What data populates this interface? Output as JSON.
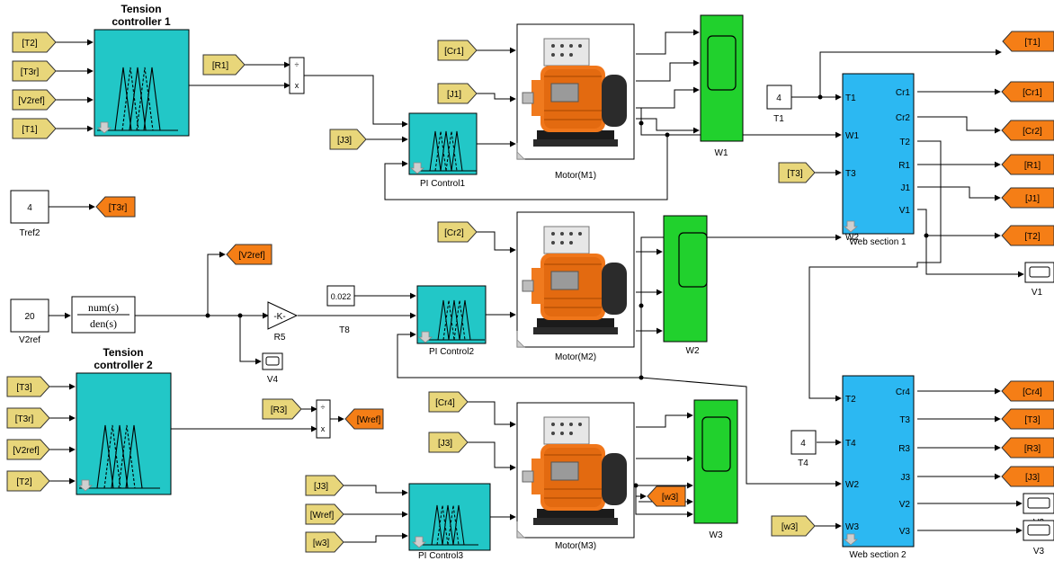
{
  "tension_controller_1": {
    "title_line1": "Tension",
    "title_line2": "controller 1",
    "inputs": [
      "[T2]",
      "[T3r]",
      "[V2ref]",
      "[T1]"
    ]
  },
  "tension_controller_2": {
    "title_line1": "Tension",
    "title_line2": "controller 2",
    "inputs": [
      "[T3]",
      "[T3r]",
      "[V2ref]",
      "[T2]"
    ]
  },
  "goto_tags": {
    "r1_out": "[R1]",
    "t3r": "[T3r]",
    "v2ref": "[V2ref]",
    "r3": "[R3]",
    "wref": "[Wref]",
    "w3": "[w3]",
    "web1_out": [
      "[T1]",
      "[Cr1]",
      "[Cr2]",
      "[R1]",
      "[J1]",
      "[T2]"
    ],
    "web2_out": [
      "[Cr4]",
      "[T3]",
      "[R3]",
      "[J3]"
    ]
  },
  "from_tags": {
    "cr1": "[Cr1]",
    "j1": "[J1]",
    "j3_pi1": "[J3]",
    "cr2": "[Cr2]",
    "cr4": "[Cr4]",
    "j3_m3": "[J3]",
    "t3_web1": "[T3]",
    "w3_web2": "[w3]",
    "pi3_inputs": [
      "[J3]",
      "[Wref]",
      "[w3]"
    ]
  },
  "constants": {
    "tref2_value": "4",
    "tref2_label": "Tref2",
    "v2ref_value": "20",
    "v2ref_label": "V2ref",
    "t1_value": "4",
    "t1_label": "T1",
    "t4_value": "4",
    "t4_label": "T4",
    "t8_value": "0.022",
    "t8_label": "T8"
  },
  "transfer_fn": {
    "num": "num(s)",
    "den": "den(s)"
  },
  "gain": {
    "text": "-K-",
    "label": "R5"
  },
  "product_ports": {
    "div": "÷",
    "mul": "x"
  },
  "pi_controllers": [
    "PI Control1",
    "PI Control2",
    "PI Control3"
  ],
  "motors": [
    "Motor(M1)",
    "Motor(M2)",
    "Motor(M3)"
  ],
  "scopes": [
    "W1",
    "W2",
    "W3",
    "V4",
    "V1",
    "V2",
    "V3"
  ],
  "web_section_1": {
    "label": "Web section 1",
    "inputs": [
      "T1",
      "W1",
      "T3",
      "W2"
    ],
    "outputs": [
      "Cr1",
      "Cr2",
      "T2",
      "R1",
      "J1",
      "V1"
    ]
  },
  "web_section_2": {
    "label": "Web section 2",
    "inputs": [
      "T2",
      "T4",
      "W2",
      "W3"
    ],
    "outputs": [
      "Cr4",
      "T3",
      "R3",
      "J3",
      "V2",
      "V3"
    ]
  },
  "colors": {
    "fuzzy_block": "#22c7c7",
    "from_tag": "#e8d67a",
    "goto_tag": "#f57e16",
    "scope": "#21d12d",
    "web_block": "#2cb8f2"
  }
}
